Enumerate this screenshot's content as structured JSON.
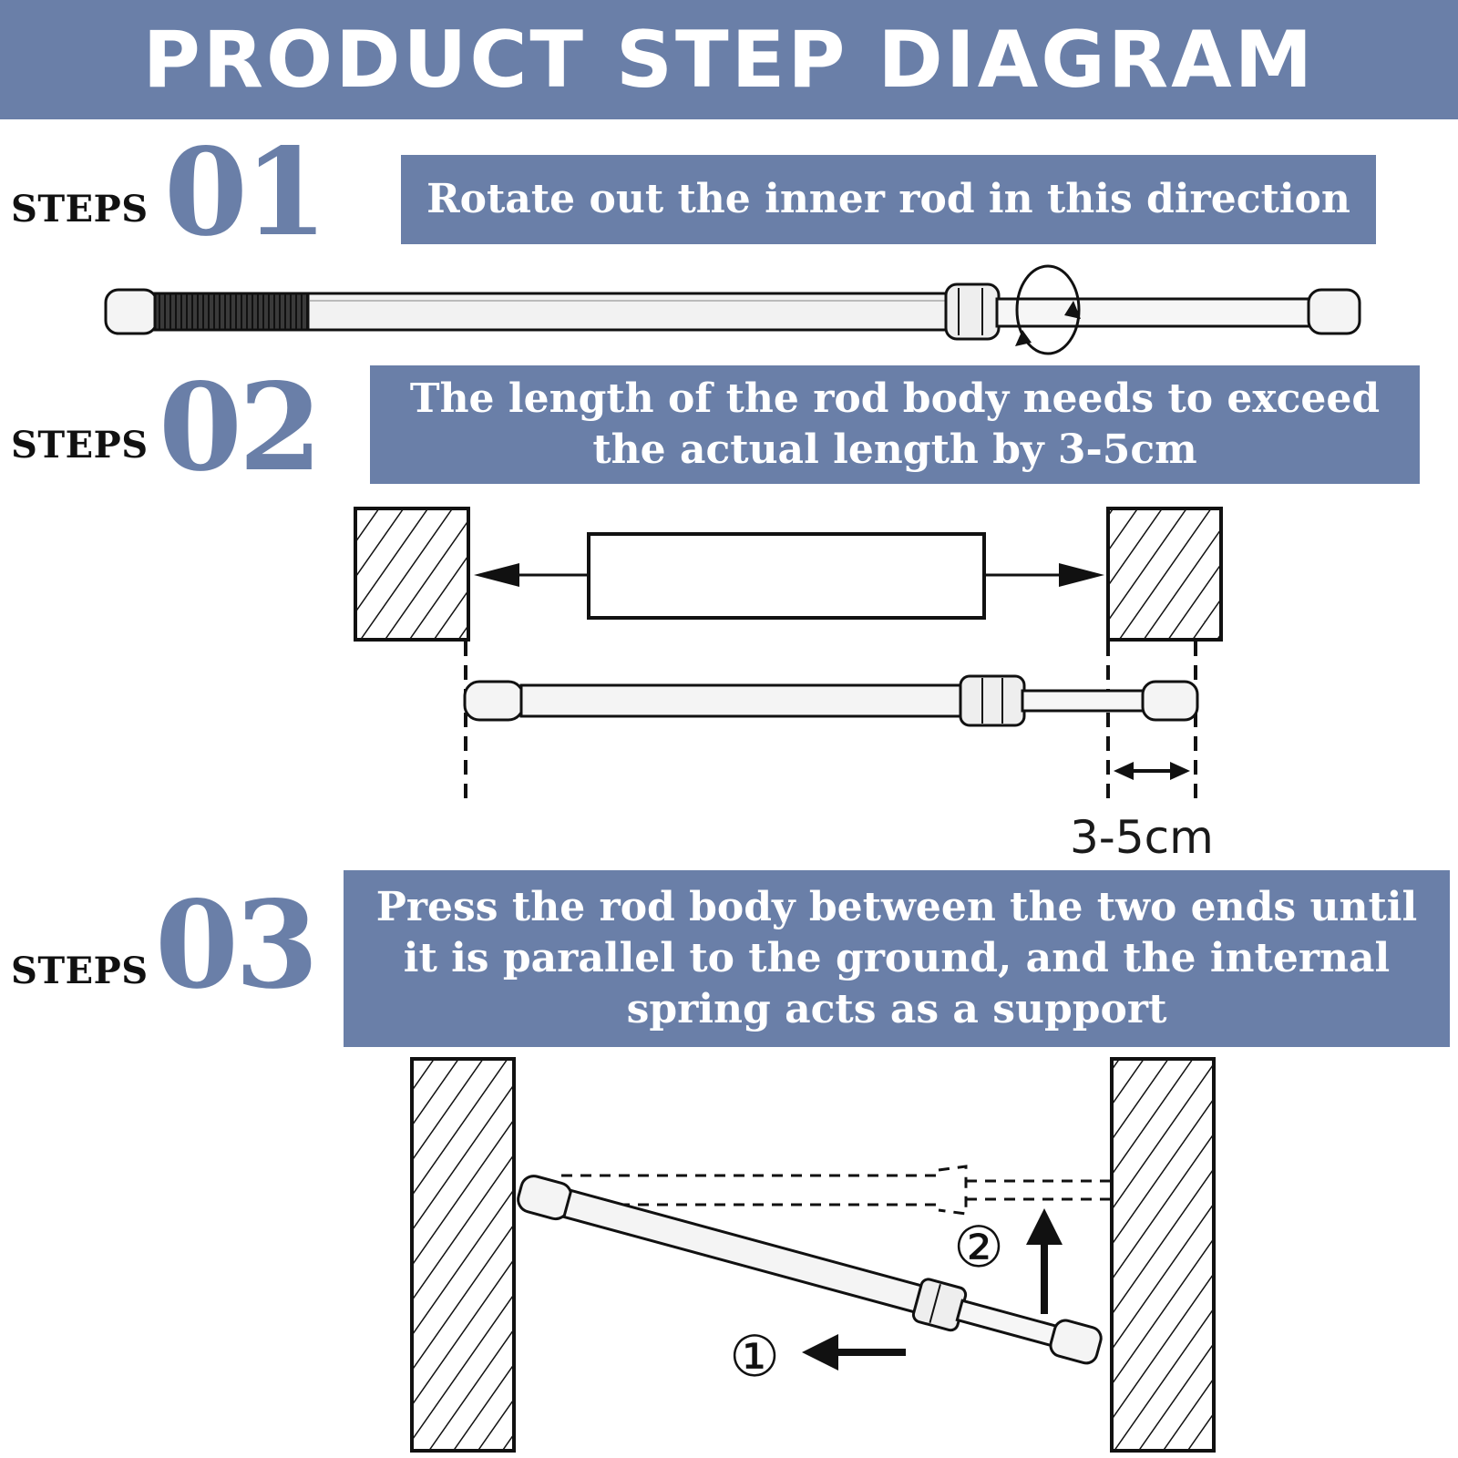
{
  "header": {
    "title": "PRODUCT STEP DIAGRAM"
  },
  "steps": [
    {
      "label": "STEPS",
      "number": "01",
      "text": "Rotate out the inner rod in this direction"
    },
    {
      "label": "STEPS",
      "number": "02",
      "text": "The length of the rod body needs to exceed the actual length by 3-5cm"
    },
    {
      "label": "STEPS",
      "number": "03",
      "text": "Press the rod body between the two ends until it is parallel to the ground, and the internal spring acts as a support"
    }
  ],
  "diagram2": {
    "dimension_label": "3-5cm"
  },
  "diagram3": {
    "marker_1": "①",
    "marker_2": "②"
  },
  "colors": {
    "accent": "#6a7fa8",
    "ink": "#111111",
    "background": "#ffffff"
  },
  "icons": [
    "rotate-arrow-icon",
    "arrow-left-icon",
    "arrow-right-icon",
    "arrow-up-icon",
    "double-arrow-icon"
  ]
}
